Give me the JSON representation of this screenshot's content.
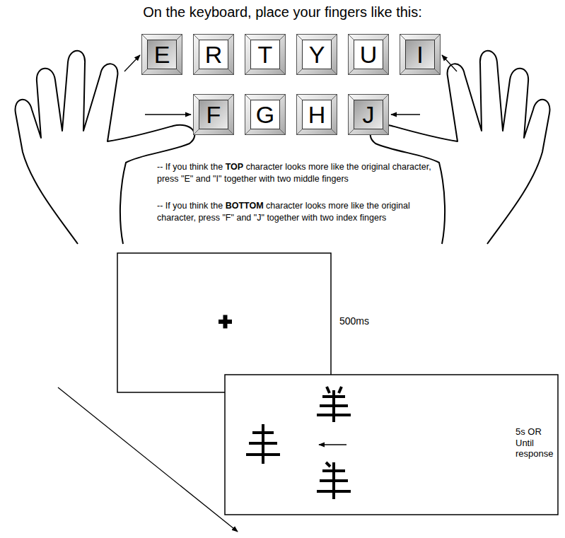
{
  "diagram": {
    "title": "On the keyboard, place your fingers like this:",
    "nodes": [
      {
        "text": [
          "E"
        ]
      },
      {
        "text": [
          "R"
        ]
      },
      {
        "text": [
          "T"
        ]
      },
      {
        "text": [
          "Y"
        ]
      },
      {
        "text": [
          "U"
        ]
      },
      {
        "text": [
          "I"
        ]
      },
      {
        "text": [
          "F"
        ]
      },
      {
        "text": [
          "G"
        ]
      },
      {
        "text": [
          "H"
        ]
      },
      {
        "text": [
          "J"
        ]
      }
    ],
    "labels": [
      "-- If you think the TOP character looks more like the original character, press \"E\" and \"I\" together with two middle fingers",
      "-- If you think the BOTTOM character looks more like the original character, press \"F\" and \"J\" together with two index fingers",
      "500ms",
      "5s OR Until response"
    ]
  }
}
